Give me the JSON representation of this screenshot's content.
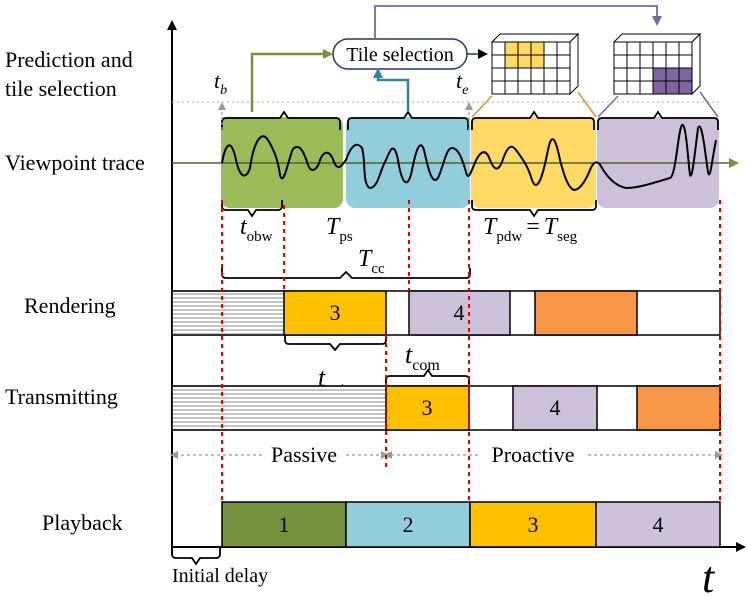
{
  "rows": {
    "prediction": [
      "Prediction and",
      "tile selection"
    ],
    "viewpoint": "Viewpoint trace",
    "rendering": "Rendering",
    "transmitting": "Transmitting",
    "playback": "Playback"
  },
  "tile_selection": "Tile selection",
  "symbols": {
    "t_b": {
      "main": "t",
      "sub": "b"
    },
    "t_e": {
      "main": "t",
      "sub": "e"
    },
    "t_obw": {
      "main": "t",
      "sub": "obw"
    },
    "T_ps": {
      "main": "T",
      "sub": "ps"
    },
    "T_pdw": {
      "main": "T",
      "sub": "pdw"
    },
    "eq": "=",
    "T_seg": {
      "main": "T",
      "sub": "seg"
    },
    "T_cc": {
      "main": "T",
      "sub": "cc"
    },
    "t_cpt": {
      "main": "t",
      "sub": "cpt"
    },
    "t_com": {
      "main": "t",
      "sub": "com"
    }
  },
  "phases": {
    "passive": "Passive",
    "proactive": "Proactive"
  },
  "rendering_blocks": [
    "3",
    "4"
  ],
  "transmitting_blocks": [
    "3",
    "4"
  ],
  "playback_blocks": [
    "1",
    "2",
    "3",
    "4"
  ],
  "initial_delay": "Initial delay",
  "time_axis": "t",
  "colors": {
    "seg1": "#76923c",
    "seg1_light": "#9bbb59",
    "seg2": "#92cddc",
    "seg3": "#ffc000",
    "seg3_light": "#ffd966",
    "seg4": "#ccc0da",
    "seg5": "#f79646",
    "dashed_red": "#e00000",
    "purple": "#8064a2",
    "teal": "#31849b"
  }
}
